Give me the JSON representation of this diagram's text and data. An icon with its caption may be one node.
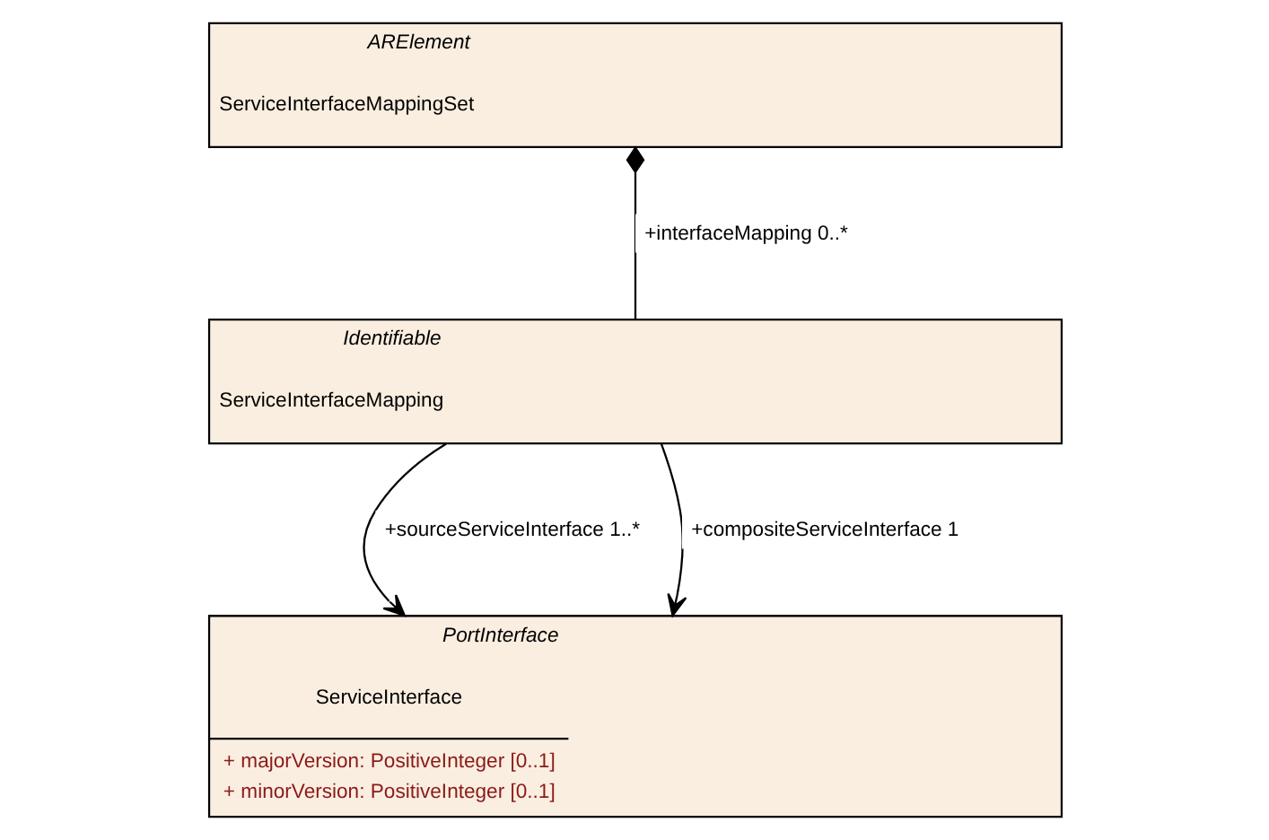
{
  "diagram": {
    "nodes": [
      {
        "text": [
          "ARElement",
          "ServiceInterfaceMappingSet"
        ]
      },
      {
        "text": [
          "Identifiable",
          "ServiceInterfaceMapping"
        ]
      },
      {
        "text": [
          "PortInterface",
          "ServiceInterface",
          "+ majorVersion: PositiveInteger [0..1]",
          "+ minorVersion: PositiveInteger [0..1]"
        ]
      }
    ],
    "edges": [
      {
        "from": 0,
        "to": 1,
        "arrow": "other",
        "label": "+interfaceMapping 0..*"
      },
      {
        "from": 1,
        "to": 2,
        "arrow": "to",
        "label": "+sourceServiceInterface 1..*"
      },
      {
        "from": 1,
        "to": 2,
        "arrow": "to",
        "label": "+compositeServiceInterface 1"
      }
    ]
  }
}
